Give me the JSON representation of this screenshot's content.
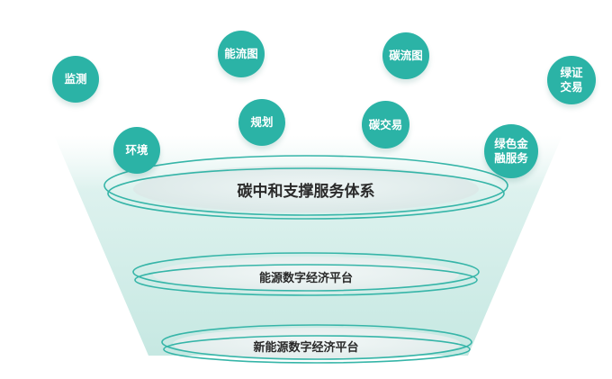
{
  "theme": {
    "accent": "#2bb3a6",
    "ring": "#36b5a8",
    "disc": "#dde9e8",
    "beam": "#d6efeb"
  },
  "diagram": {
    "nodes": [
      "监测",
      "能流图",
      "碳流图",
      "绿证\n交易",
      "环境",
      "规划",
      "碳交易",
      "绿色金\n融服务"
    ],
    "layers": [
      {
        "label": "碳中和支撑服务体系"
      },
      {
        "label": "能源数字经济平台"
      },
      {
        "label": "新能源数字经济平台"
      }
    ]
  }
}
